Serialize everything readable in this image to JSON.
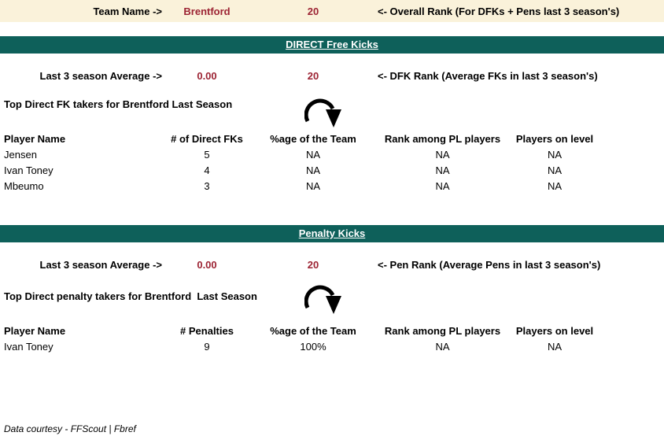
{
  "colors": {
    "header_background": "#FAF2DA",
    "section_bar_background": "#0E605A",
    "accent_red": "#9C2333",
    "text": "#000000"
  },
  "top_bar": {
    "label": "Team Name ->",
    "team_name": "Brentford",
    "overall_rank": "20",
    "note": "<- Overall Rank (For DFKs + Pens last 3 season's)"
  },
  "dfk_section": {
    "title": "DIRECT Free Kicks",
    "average_label": "Last 3 season Average ->",
    "average_value": "0.00",
    "rank_value": "20",
    "rank_note": "<- DFK Rank (Average FKs in last 3 season's)",
    "subtitle": "Top Direct FK takers for Brentford Last Season",
    "arrow_icon": "curved-down-arrow",
    "table": {
      "headers": [
        "Player Name",
        "# of Direct FKs",
        "%age of the Team",
        "Rank among PL players",
        "Players on level"
      ],
      "rows": [
        [
          "Jensen",
          "5",
          "NA",
          "NA",
          "NA"
        ],
        [
          "Ivan Toney",
          "4",
          "NA",
          "NA",
          "NA"
        ],
        [
          "Mbeumo",
          "3",
          "NA",
          "NA",
          "NA"
        ]
      ]
    }
  },
  "pen_section": {
    "title": "Penalty Kicks",
    "average_label": "Last 3 season Average ->",
    "average_value": "0.00",
    "rank_value": "20",
    "rank_note": "<- Pen Rank (Average Pens in last 3 season's)",
    "subtitle": "Top Direct penalty takers for Brentford  Last Season",
    "arrow_icon": "curved-down-arrow",
    "table": {
      "headers": [
        "Player Name",
        "# Penalties",
        "%age of the Team",
        "Rank among PL players",
        "Players on level"
      ],
      "rows": [
        [
          "Ivan Toney",
          "9",
          "100%",
          "NA",
          "NA"
        ]
      ]
    }
  },
  "footer": {
    "credit": "Data courtesy - FFScout | Fbref"
  }
}
